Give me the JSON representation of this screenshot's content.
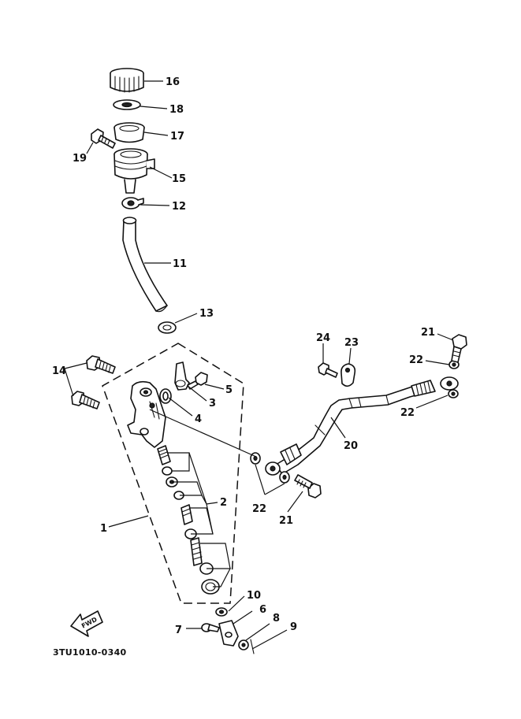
{
  "diagram_code": "3TU1010-0340",
  "forward_arrow_label": "FWD",
  "callouts": {
    "p1": "1",
    "p2": "2",
    "p3": "3",
    "p4": "4",
    "p5": "5",
    "p6": "6",
    "p7": "7",
    "p8": "8",
    "p9": "9",
    "p10": "10",
    "p11": "11",
    "p12": "12",
    "p13": "13",
    "p14": "14",
    "p15": "15",
    "p16": "16",
    "p17": "17",
    "p18": "18",
    "p19": "19",
    "p20": "20",
    "p21a": "21",
    "p21b": "21",
    "p22a": "22",
    "p22b": "22",
    "p22c": "22",
    "p23": "23",
    "p24": "24"
  }
}
